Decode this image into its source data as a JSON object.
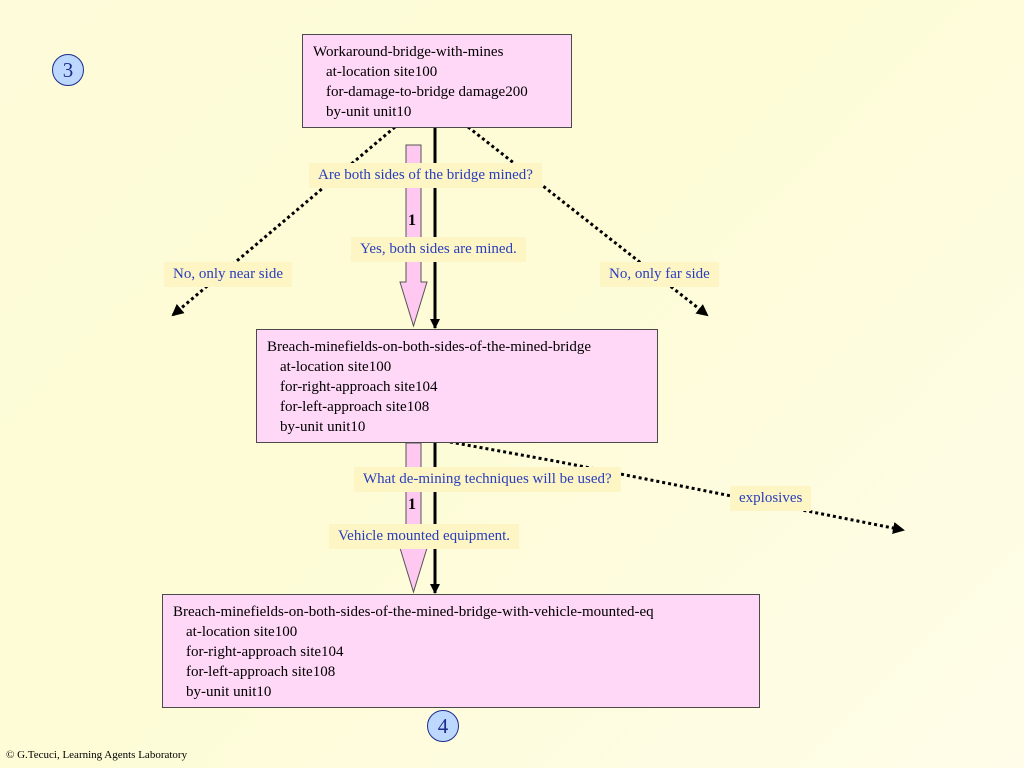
{
  "badges": {
    "top": "3",
    "bottom": "4"
  },
  "tasks": {
    "top": {
      "title": "Workaround-bridge-with-mines",
      "features": [
        "at-location   site100",
        "for-damage-to-bridge  damage200",
        "by-unit   unit10"
      ]
    },
    "middle": {
      "title": "Breach-minefields-on-both-sides-of-the-mined-bridge",
      "features": [
        "at-location  site100",
        "for-right-approach  site104",
        "for-left-approach  site108",
        "by-unit   unit10"
      ]
    },
    "bottom": {
      "title": "Breach-minefields-on-both-sides-of-the-mined-bridge-with-vehicle-mounted-eq",
      "features": [
        "at-location  site100",
        "for-right-approach  site104",
        "for-left-approach  site108",
        "by-unit   unit10"
      ]
    }
  },
  "questions": {
    "q1": "Are both sides of the bridge mined?",
    "q2": "What de-mining techniques will be used?"
  },
  "answers": {
    "a1_yes": "Yes, both sides are mined.",
    "a1_near": "No, only near side",
    "a1_far": "No, only far side",
    "a2_vehicle": "Vehicle mounted equipment.",
    "a2_explosives": "explosives"
  },
  "branch_numbers": {
    "first": "1",
    "second": "1"
  },
  "footer": "© G.Tecuci, Learning Agents Laboratory",
  "colors": {
    "task_fill": "#ffd7f7",
    "label_fill": "#fdf6c4",
    "label_text": "#2a3dbd",
    "badge_fill": "#bcd8ff",
    "badge_border": "#1c2b8c",
    "background": "#fdfcd6"
  }
}
